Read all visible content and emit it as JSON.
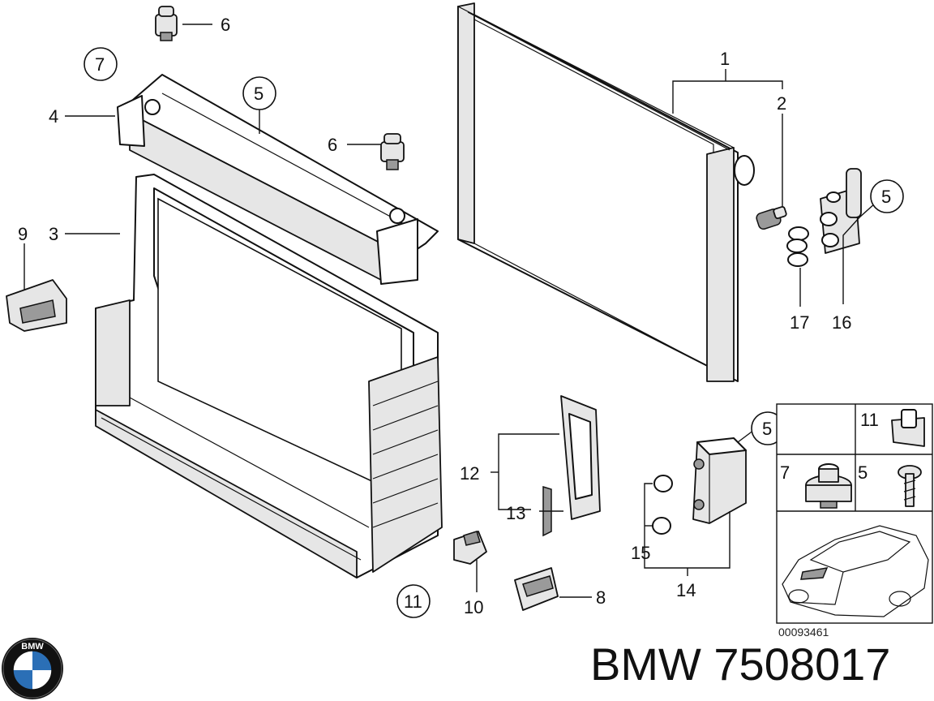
{
  "title": "BMW 7508017",
  "diagram_code": "00093461",
  "logo": {
    "text": "BMW"
  },
  "part_labels": {
    "p1": "1",
    "p2": "2",
    "p3": "3",
    "p4": "4",
    "p5a": "5",
    "p5b": "5",
    "p5c": "5",
    "p6a": "6",
    "p6b": "6",
    "p7": "7",
    "p8": "8",
    "p9": "9",
    "p10": "10",
    "p11": "11",
    "p12": "12",
    "p13": "13",
    "p14": "14",
    "p15": "15",
    "p16": "16",
    "p17": "17"
  },
  "legend": {
    "l11": "11",
    "l7": "7",
    "l5": "5"
  }
}
